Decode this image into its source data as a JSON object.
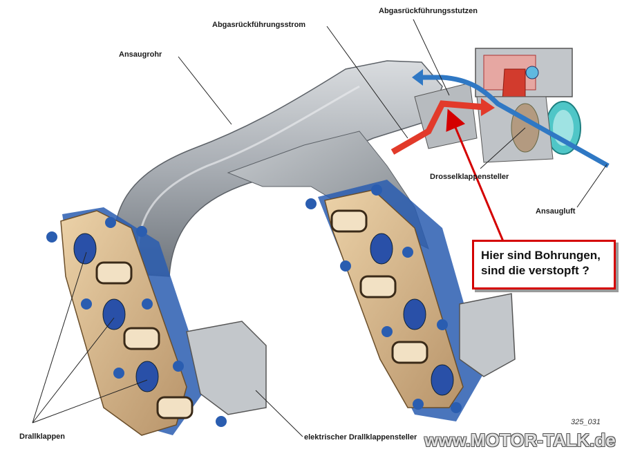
{
  "labels": {
    "abgas_stutzen": "Abgasrückführungsstutzen",
    "abgas_strom": "Abgasrückführungsstrom",
    "ansaugrohr": "Ansaugrohr",
    "drossel": "Drosselklappensteller",
    "ansaugluft": "Ansaugluft",
    "drallklappen": "Drallklappen",
    "drall_steller": "elektrischer Drallklappensteller"
  },
  "callout": {
    "line1": "Hier sind Bohrungen,",
    "line2": "sind die verstopft ?"
  },
  "figure_number": "325_031",
  "watermark": "www.MOTOR-TALK.de",
  "colors": {
    "manifold_grey": "#a9adb2",
    "flange_tan": "#d2b48c",
    "bolt_blue": "#2a5db0",
    "egr_red": "#e23a2a",
    "air_blue": "#2f78c4",
    "callout_red": "#d40000"
  }
}
